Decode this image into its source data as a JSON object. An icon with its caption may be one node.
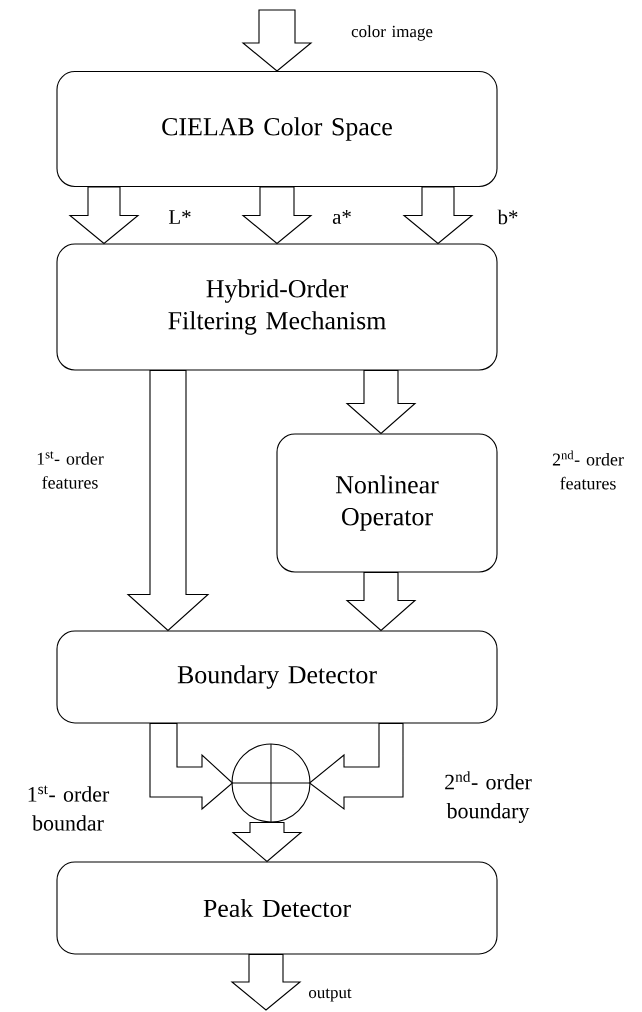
{
  "diagram": {
    "nodes": [
      {
        "text": [
          "CIELAB Color Space"
        ]
      },
      {
        "text": [
          "Hybrid-Order Filtering Mechanism"
        ]
      },
      {
        "text": [
          "Nonlinear Operator"
        ],
        "beside": [
          "2$^{nd}$- order features"
        ]
      },
      {
        "text": [
          "Boundary Detector"
        ]
      },
      {
        "text": [],
        "shape": "circle"
      },
      {
        "text": [
          "Peak Detector"
        ]
      }
    ],
    "edges": [
      {
        "from": null,
        "to": 0,
        "arrow": "to",
        "label": "color image"
      },
      {
        "from": 0,
        "to": 1,
        "arrow": "to",
        "label": "L*"
      },
      {
        "from": 0,
        "to": 1,
        "arrow": "to",
        "label": "a*"
      },
      {
        "from": 0,
        "to": 1,
        "arrow": "to",
        "label": "b*"
      },
      {
        "from": 1,
        "to": 3,
        "arrow": "to",
        "label": "1$^{st}$- order features"
      },
      {
        "from": 1,
        "to": 2,
        "arrow": "to"
      },
      {
        "from": 2,
        "to": 3,
        "arrow": "to"
      },
      {
        "from": 3,
        "to": 4,
        "arrow": "to",
        "label": "1$^{st}$- order boundar"
      },
      {
        "from": 3,
        "to": 4,
        "arrow": "to",
        "label": "2$^{nd}$- order boundary"
      },
      {
        "from": 4,
        "to": 5,
        "arrow": "to"
      },
      {
        "from": 5,
        "to": null,
        "arrow": "to",
        "label": "output"
      }
    ]
  }
}
